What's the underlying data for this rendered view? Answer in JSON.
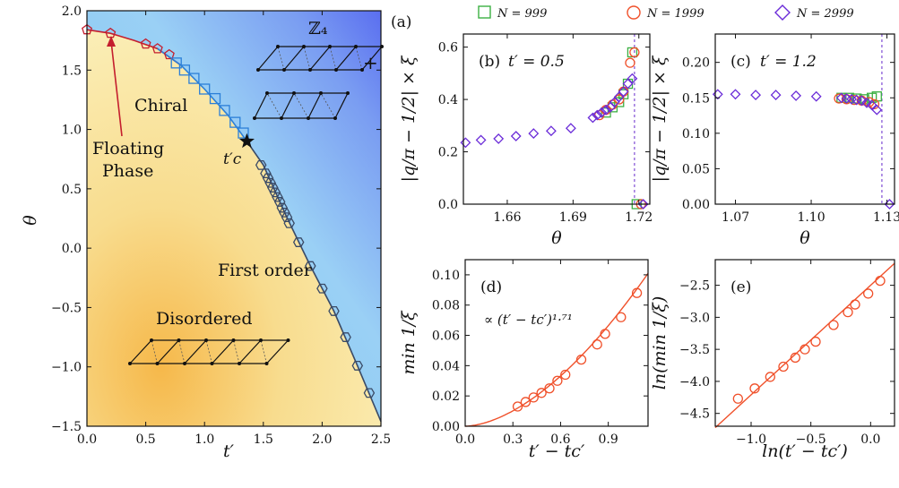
{
  "colors": {
    "n999": "#3cb043",
    "n1999": "#f0502a",
    "n2999": "#6a2bd8",
    "chiral_line": "#2b7fd8",
    "floating_line": "#c41e2e",
    "first_order_line": "#3a4a66",
    "fit_line": "#f0502a",
    "label_chiral": "#2b7fd8",
    "label_floating": "#c41e2e",
    "label_first": "#4a5577"
  },
  "legend": [
    "N = 999",
    "N = 1999",
    "N = 2999"
  ],
  "panel_labels": {
    "a": "(a)",
    "b": "(b)",
    "c": "(c)",
    "d": "(d)",
    "e": "(e)"
  },
  "annotations": {
    "chiral": "Chiral",
    "floating_1": "Floating",
    "floating_2": "Phase",
    "first_order": "First order",
    "disordered": "Disordered",
    "z4": "ℤ₄",
    "plus": "+",
    "tc": "t′c",
    "b_title": "t′ = 0.5",
    "c_title": "t′ = 1.2",
    "fit_label": "∝ (t′ − tc′)¹·⁷¹"
  },
  "chart_data": [
    {
      "panel": "a",
      "type": "line",
      "xlabel": "t′",
      "ylabel": "θ",
      "xlim": [
        0.0,
        2.5
      ],
      "ylim": [
        -1.5,
        2.0
      ],
      "xticks": [
        "0.0",
        "0.5",
        "1.0",
        "1.5",
        "2.0",
        "2.5"
      ],
      "yticks": [
        "−1.5",
        "−1.0",
        "−0.5",
        "0.0",
        "0.5",
        "1.0",
        "1.5",
        "2.0"
      ],
      "special_point": {
        "x": 1.36,
        "y": 0.9
      },
      "series": [
        {
          "key": "floating",
          "marker": "pentagon",
          "color": "floating_line",
          "x": [
            0.0,
            0.2,
            0.5,
            0.6,
            0.7
          ],
          "y": [
            1.84,
            1.81,
            1.72,
            1.68,
            1.63
          ]
        },
        {
          "key": "chiral",
          "marker": "square",
          "color": "chiral_line",
          "x": [
            0.76,
            0.83,
            0.91,
            1.0,
            1.09,
            1.17,
            1.26,
            1.33
          ],
          "y": [
            1.56,
            1.5,
            1.43,
            1.34,
            1.26,
            1.16,
            1.06,
            0.97
          ]
        },
        {
          "key": "first_order",
          "marker": "hexagon",
          "color": "first_order_line",
          "x": [
            1.48,
            1.52,
            1.54,
            1.56,
            1.58,
            1.6,
            1.62,
            1.64,
            1.66,
            1.68,
            1.7,
            1.72,
            1.8,
            1.9,
            2.0,
            2.1,
            2.2,
            2.3,
            2.4
          ],
          "y": [
            0.7,
            0.63,
            0.59,
            0.55,
            0.51,
            0.47,
            0.43,
            0.39,
            0.34,
            0.3,
            0.26,
            0.21,
            0.05,
            -0.15,
            -0.34,
            -0.53,
            -0.75,
            -0.99,
            -1.22
          ]
        }
      ],
      "curve": {
        "x": [
          0.0,
          0.2,
          0.4,
          0.6,
          0.8,
          1.0,
          1.2,
          1.36,
          1.5,
          1.7,
          1.9,
          2.1,
          2.3,
          2.5
        ],
        "y": [
          1.84,
          1.81,
          1.75,
          1.68,
          1.54,
          1.34,
          1.12,
          0.9,
          0.7,
          0.26,
          -0.15,
          -0.53,
          -0.99,
          -1.46
        ]
      }
    },
    {
      "panel": "b",
      "type": "scatter",
      "xlabel": "θ",
      "ylabel": "|q/π − 1/2| × ξ",
      "xlim": [
        1.64,
        1.725
      ],
      "ylim": [
        0.0,
        0.65
      ],
      "xticks": [
        "1.66",
        "1.69",
        "1.72"
      ],
      "yticks": [
        "0.0",
        "0.2",
        "0.4",
        "0.6"
      ],
      "vline": 1.718,
      "series": [
        {
          "name": "N = 999",
          "marker": "square",
          "color": "n999",
          "x": [
            1.705,
            1.708,
            1.711,
            1.713,
            1.715,
            1.717,
            1.719
          ],
          "y": [
            0.35,
            0.37,
            0.39,
            0.42,
            0.46,
            0.58,
            0.0
          ]
        },
        {
          "name": "N = 1999",
          "marker": "circle",
          "color": "n1999",
          "x": [
            1.702,
            1.705,
            1.708,
            1.711,
            1.713,
            1.716,
            1.718,
            1.721
          ],
          "y": [
            0.34,
            0.36,
            0.38,
            0.4,
            0.43,
            0.54,
            0.58,
            0.0
          ]
        },
        {
          "name": "N = 2999",
          "marker": "diamond",
          "color": "n2999",
          "x": [
            1.641,
            1.648,
            1.656,
            1.664,
            1.672,
            1.68,
            1.689,
            1.699,
            1.701,
            1.703,
            1.705,
            1.707,
            1.709,
            1.711,
            1.713,
            1.715,
            1.717,
            1.722
          ],
          "y": [
            0.235,
            0.245,
            0.25,
            0.26,
            0.27,
            0.28,
            0.29,
            0.33,
            0.34,
            0.35,
            0.36,
            0.37,
            0.39,
            0.41,
            0.43,
            0.46,
            0.48,
            0.0
          ]
        }
      ]
    },
    {
      "panel": "c",
      "type": "scatter",
      "xlabel": "θ",
      "ylabel": "|q/π − 1/2| × ξ",
      "xlim": [
        1.062,
        1.133
      ],
      "ylim": [
        0.0,
        0.24
      ],
      "xticks": [
        "1.07",
        "1.10",
        "1.13"
      ],
      "yticks": [
        "0.00",
        "0.05",
        "0.10",
        "0.15",
        "0.20"
      ],
      "vline": 1.128,
      "series": [
        {
          "name": "N = 999",
          "marker": "square",
          "color": "n999",
          "x": [
            1.112,
            1.115,
            1.118,
            1.121,
            1.124,
            1.126
          ],
          "y": [
            0.15,
            0.15,
            0.149,
            0.148,
            0.15,
            0.152
          ]
        },
        {
          "name": "N = 1999",
          "marker": "circle",
          "color": "n1999",
          "x": [
            1.111,
            1.114,
            1.117,
            1.12,
            1.123,
            1.125
          ],
          "y": [
            0.149,
            0.148,
            0.147,
            0.146,
            0.144,
            0.141
          ]
        },
        {
          "name": "N = 2999",
          "marker": "diamond",
          "color": "n2999",
          "x": [
            1.063,
            1.07,
            1.078,
            1.086,
            1.094,
            1.102,
            1.112,
            1.114,
            1.116,
            1.118,
            1.12,
            1.122,
            1.124,
            1.126,
            1.131
          ],
          "y": [
            0.155,
            0.155,
            0.154,
            0.154,
            0.153,
            0.152,
            0.15,
            0.149,
            0.148,
            0.147,
            0.146,
            0.143,
            0.14,
            0.133,
            0.0
          ]
        }
      ]
    },
    {
      "panel": "d",
      "type": "scatter",
      "xlabel": "t′ − tc′",
      "ylabel": "min 1/ξ",
      "xlim": [
        0.0,
        1.15
      ],
      "ylim": [
        0.0,
        0.11
      ],
      "xticks": [
        "0.0",
        "0.3",
        "0.6",
        "0.9"
      ],
      "yticks": [
        "0.00",
        "0.02",
        "0.04",
        "0.06",
        "0.08",
        "0.10"
      ],
      "fit": {
        "coef": 0.0795,
        "power": 1.71
      },
      "series": [
        {
          "name": "data",
          "marker": "circle",
          "color": "n1999",
          "x": [
            0.33,
            0.38,
            0.43,
            0.48,
            0.53,
            0.58,
            0.63,
            0.73,
            0.83,
            0.88,
            0.98,
            1.08
          ],
          "y": [
            0.013,
            0.016,
            0.019,
            0.022,
            0.025,
            0.03,
            0.034,
            0.044,
            0.054,
            0.061,
            0.072,
            0.088
          ]
        }
      ]
    },
    {
      "panel": "e",
      "type": "scatter",
      "xlabel": "ln(t′ − tc′)",
      "ylabel": "ln(min 1/ξ)",
      "xlim": [
        -1.3,
        0.2
      ],
      "ylim": [
        -4.7,
        -2.1
      ],
      "xticks": [
        "−1.0",
        "−0.5",
        "0.0"
      ],
      "yticks": [
        "−4.5",
        "−4.0",
        "−3.5",
        "−3.0",
        "−2.5"
      ],
      "fit": {
        "slope": 1.71,
        "intercept": -2.5
      },
      "series": [
        {
          "name": "data",
          "marker": "circle",
          "color": "n1999",
          "x": [
            -1.11,
            -0.97,
            -0.84,
            -0.73,
            -0.63,
            -0.55,
            -0.46,
            -0.31,
            -0.19,
            -0.13,
            -0.02,
            0.08
          ],
          "y": [
            -4.27,
            -4.11,
            -3.93,
            -3.77,
            -3.63,
            -3.5,
            -3.38,
            -3.12,
            -2.92,
            -2.8,
            -2.63,
            -2.43
          ]
        }
      ]
    }
  ]
}
